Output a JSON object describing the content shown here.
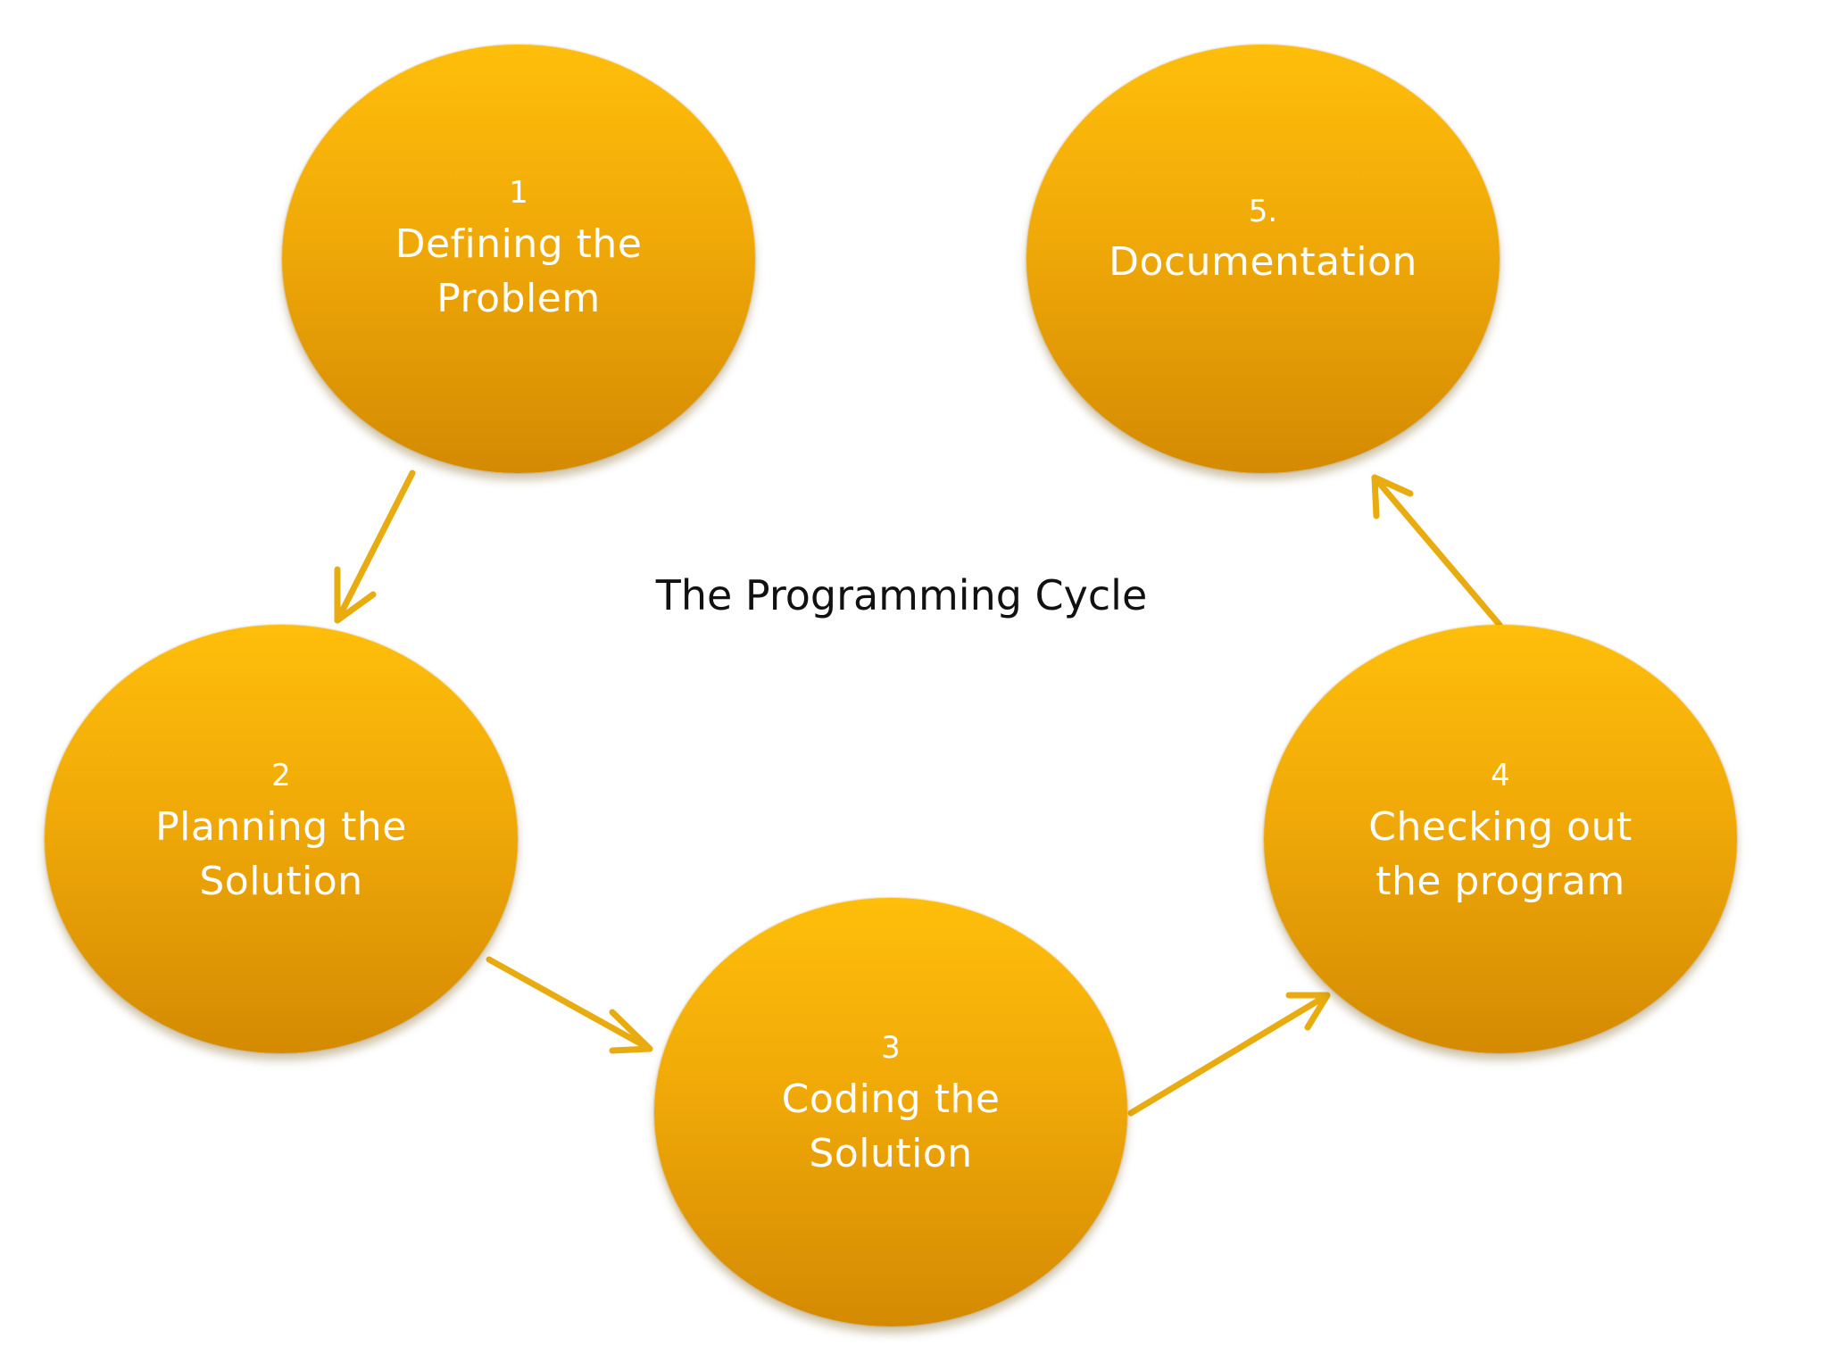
{
  "diagram": {
    "title": "The Programming Cycle",
    "node_color": "#f0a908",
    "arrow_color": "#e8ac10",
    "nodes": [
      {
        "id": "1",
        "number": "1",
        "label": "Defining the\nProblem"
      },
      {
        "id": "2",
        "number": "2",
        "label": "Planning the\nSolution"
      },
      {
        "id": "3",
        "number": "3",
        "label": "Coding the\nSolution"
      },
      {
        "id": "4",
        "number": "4",
        "label": "Checking out\nthe program"
      },
      {
        "id": "5",
        "number": "5.",
        "label": "Documentation"
      }
    ],
    "edges": [
      {
        "from": "1",
        "to": "2"
      },
      {
        "from": "2",
        "to": "3"
      },
      {
        "from": "3",
        "to": "4"
      },
      {
        "from": "4",
        "to": "5"
      }
    ]
  }
}
